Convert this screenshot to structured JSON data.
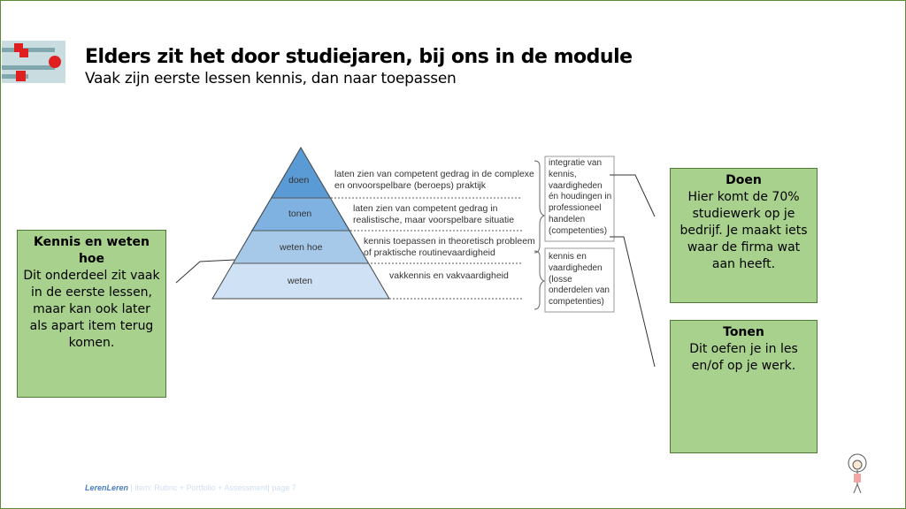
{
  "header": {
    "title": "Elders zit het door studiejaren, bij ons in de module",
    "subtitle": "Vaak zijn eerste lessen kennis, dan naar toepassen"
  },
  "pyramid": {
    "levels": [
      {
        "label": "doen",
        "description": "laten zien van competent gedrag in de complexe en onvoorspelbare (beroeps) praktijk",
        "color": "#5a9bd5"
      },
      {
        "label": "tonen",
        "description": "laten zien van competent gedrag in realistische, maar voorspelbare situatie",
        "color": "#7fb2e0"
      },
      {
        "label": "weten hoe",
        "description": "kennis toepassen in theoretisch probleem of praktische routinevaardigheid",
        "color": "#a6c9ea"
      },
      {
        "label": "weten",
        "description": "vakkennis en vakvaardigheid",
        "color": "#cfe1f4"
      }
    ],
    "group_top": "integratie van kennis, vaardigheden én houdingen in professioneel handelen (competenties)",
    "group_bottom": "kennis en vaardigheden (losse onderdelen van competenties)"
  },
  "boxes": {
    "kennis": {
      "title": "Kennis en weten hoe",
      "body": "Dit onderdeel  zit vaak in de eerste  lessen, maar kan ook later als apart item terug komen."
    },
    "doen": {
      "title": "Doen",
      "body": "Hier komt de 70% studiewerk op je bedrijf. Je maakt iets waar de firma wat aan heeft."
    },
    "tonen": {
      "title": "Tonen",
      "body": "Dit oefen je in les en/of op je werk."
    }
  },
  "footer": {
    "brand": "LerenLeren",
    "text": " | item: Rubric + Portfolio + Assessment| page 7"
  }
}
